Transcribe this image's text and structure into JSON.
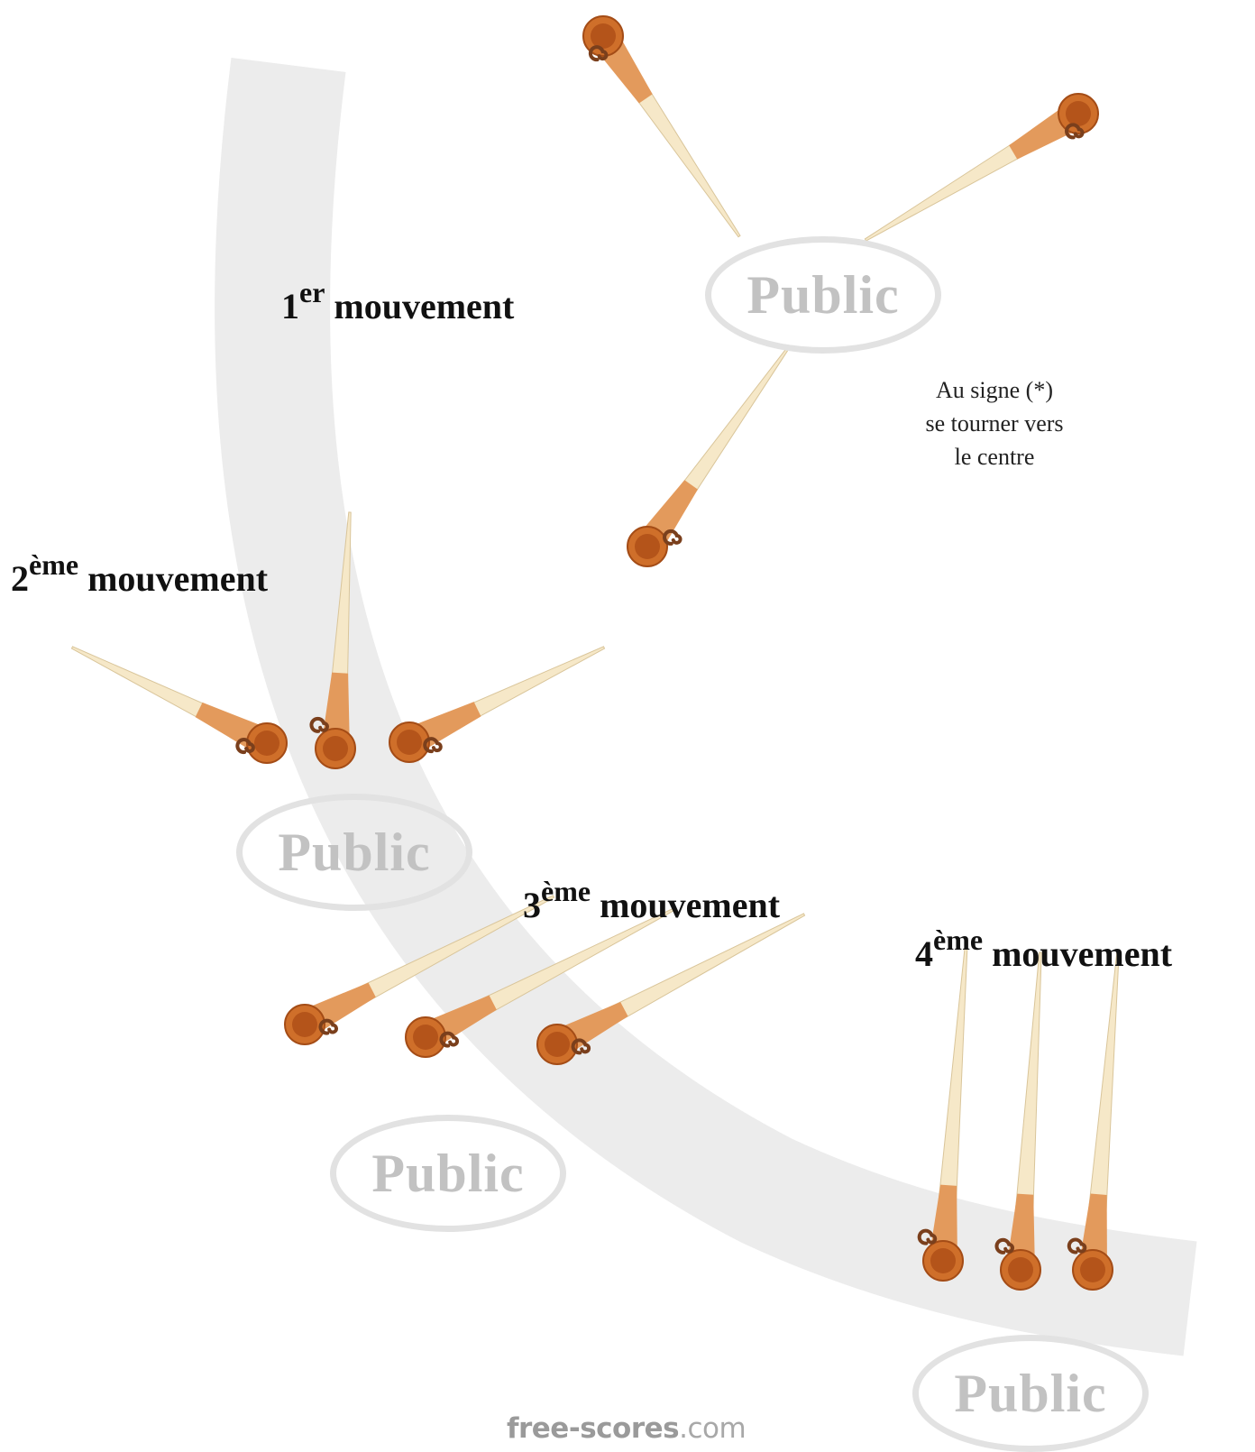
{
  "movements": [
    {
      "number": "1",
      "suffix": "er",
      "word": "mouvement"
    },
    {
      "number": "2",
      "suffix": "ème",
      "word": "mouvement"
    },
    {
      "number": "3",
      "suffix": "ème",
      "word": "mouvement"
    },
    {
      "number": "4",
      "suffix": "ème",
      "word": "mouvement"
    }
  ],
  "audience_label": "Public",
  "note": {
    "line1": "Au signe (*)",
    "line2": "se tourner vers",
    "line3": "le centre"
  },
  "logo": {
    "main": "free-scores",
    "domain": ".com"
  },
  "colors": {
    "horn_bell": "#cf6f2a",
    "horn_bell_inner": "#b4541a",
    "horn_tube": "#f6e8c8",
    "horn_curl": "#7a3f1c",
    "arc_band": "#ececec",
    "public_ellipse": "#e2e2e2",
    "public_text": "#c2c2c2"
  },
  "icons": [
    "alphorn-icon"
  ]
}
